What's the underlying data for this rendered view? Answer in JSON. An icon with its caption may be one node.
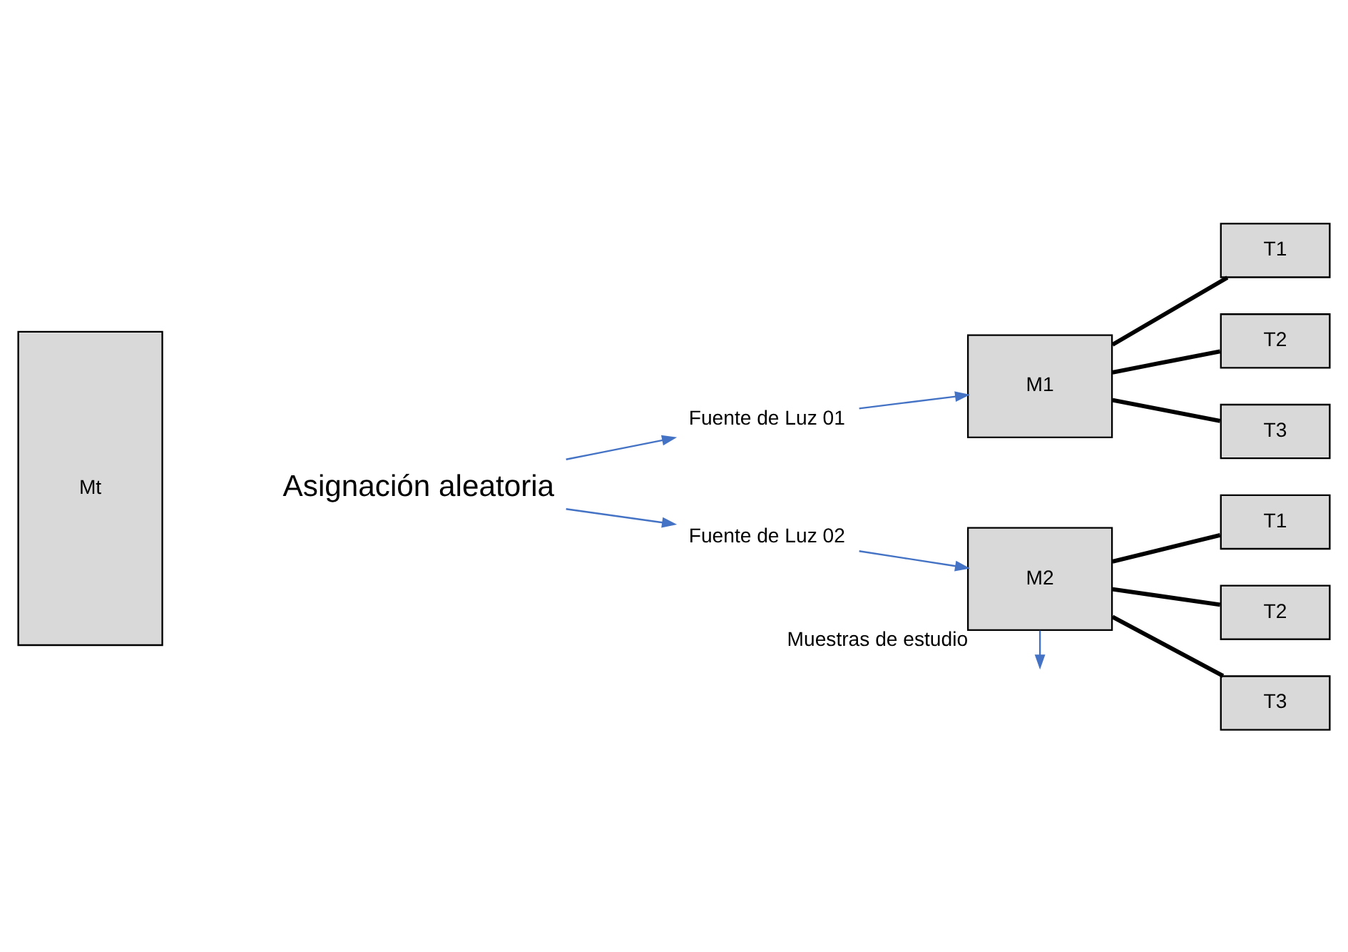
{
  "diagram": {
    "nodes": [
      {
        "text": [
          "Mt"
        ]
      },
      {
        "text": [
          "Asignación aleatoria"
        ]
      },
      {
        "text": [
          "Fuente de Luz 01"
        ]
      },
      {
        "text": [
          "Fuente de Luz 02"
        ]
      },
      {
        "text": [
          "M1"
        ]
      },
      {
        "text": [
          "M2"
        ],
        "beside": [
          "Muestras de estudio"
        ]
      },
      {
        "text": [
          "T1"
        ]
      },
      {
        "text": [
          "T2"
        ]
      },
      {
        "text": [
          "T3"
        ]
      },
      {
        "text": [
          "T1"
        ]
      },
      {
        "text": [
          "T2"
        ]
      },
      {
        "text": [
          "T3"
        ]
      }
    ],
    "edges": [
      {
        "from": 1,
        "to": 2,
        "arrow": "to",
        "color": "#4472c4"
      },
      {
        "from": 1,
        "to": 3,
        "arrow": "to",
        "color": "#4472c4"
      },
      {
        "from": 2,
        "to": 4,
        "arrow": "to",
        "color": "#4472c4"
      },
      {
        "from": 3,
        "to": 5,
        "arrow": "to",
        "color": "#4472c4"
      },
      {
        "from": 5,
        "to": null,
        "arrow": "to",
        "color": "#4472c4"
      },
      {
        "from": 4,
        "to": 6,
        "arrow": "none"
      },
      {
        "from": 4,
        "to": 7,
        "arrow": "none"
      },
      {
        "from": 4,
        "to": 8,
        "arrow": "none"
      },
      {
        "from": 5,
        "to": 9,
        "arrow": "none"
      },
      {
        "from": 5,
        "to": 10,
        "arrow": "none"
      },
      {
        "from": 5,
        "to": 11,
        "arrow": "none"
      }
    ]
  }
}
